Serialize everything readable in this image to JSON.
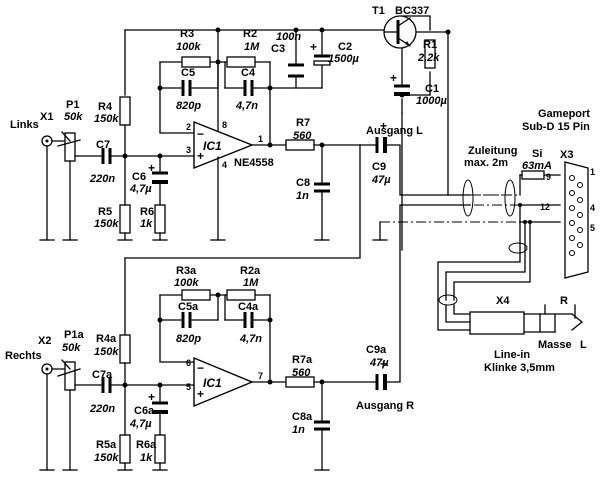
{
  "transistor": {
    "ref": "T1",
    "type": "BC337"
  },
  "ic_top": {
    "ref": "IC1",
    "type": "NE4558",
    "pin_inv": "2",
    "pin_non": "3",
    "pin_out": "1",
    "pin_vcc": "8",
    "pin_gnd": "4"
  },
  "ic_bottom": {
    "ref": "IC1",
    "pin_inv": "6",
    "pin_non": "5",
    "pin_out": "7"
  },
  "components": {
    "R1": {
      "ref": "R1",
      "value": "2,2k"
    },
    "C1": {
      "ref": "C1",
      "value": "1000µ"
    },
    "C2": {
      "ref": "C2",
      "value": "1500µ"
    },
    "C3": {
      "ref": "C3",
      "value": "100n"
    },
    "R2": {
      "ref": "R2",
      "value": "1M"
    },
    "R3": {
      "ref": "R3",
      "value": "100k"
    },
    "C4": {
      "ref": "C4",
      "value": "4,7n"
    },
    "C5": {
      "ref": "C5",
      "value": "820p"
    },
    "R4": {
      "ref": "R4",
      "value": "150k"
    },
    "R5": {
      "ref": "R5",
      "value": "150k"
    },
    "R6": {
      "ref": "R6",
      "value": "1k"
    },
    "C6": {
      "ref": "C6",
      "value": "4,7µ"
    },
    "C7": {
      "ref": "C7",
      "value": "220n"
    },
    "R7": {
      "ref": "R7",
      "value": "560"
    },
    "C8": {
      "ref": "C8",
      "value": "1n"
    },
    "C9": {
      "ref": "C9",
      "value": "47µ"
    },
    "P1": {
      "ref": "P1",
      "value": "50k"
    },
    "X1": {
      "ref": "X1"
    },
    "R2a": {
      "ref": "R2a",
      "value": "1M"
    },
    "R3a": {
      "ref": "R3a",
      "value": "100k"
    },
    "C4a": {
      "ref": "C4a",
      "value": "4,7n"
    },
    "C5a": {
      "ref": "C5a",
      "value": "820p"
    },
    "R4a": {
      "ref": "R4a",
      "value": "150k"
    },
    "R5a": {
      "ref": "R5a",
      "value": "150k"
    },
    "R6a": {
      "ref": "R6a",
      "value": "1k"
    },
    "C6a": {
      "ref": "C6a",
      "value": "4,7µ"
    },
    "C7a": {
      "ref": "C7a",
      "value": "220n"
    },
    "R7a": {
      "ref": "R7a",
      "value": "560"
    },
    "C8a": {
      "ref": "C8a",
      "value": "1n"
    },
    "C9a": {
      "ref": "C9a",
      "value": "47µ"
    },
    "P1a": {
      "ref": "P1a",
      "value": "50k"
    },
    "X2": {
      "ref": "X2"
    }
  },
  "labels": {
    "links": "Links",
    "rechts": "Rechts",
    "ausgang_l": "Ausgang L",
    "ausgang_r": "Ausgang R",
    "zuleitung": "Zuleitung",
    "zuleitung_max": "max. 2m",
    "fuse_si": "Si",
    "fuse_val": "63mA",
    "gameport": "Gameport",
    "gameport_type": "Sub-D 15 Pin",
    "x3": "X3",
    "x4": "X4",
    "line_in": "Line-in",
    "klinke": "Klinke 3,5mm",
    "masse": "Masse",
    "r": "R",
    "l": "L",
    "pin1": "1",
    "pin4": "4",
    "pin5": "5",
    "pin9": "9",
    "pin12": "12"
  }
}
